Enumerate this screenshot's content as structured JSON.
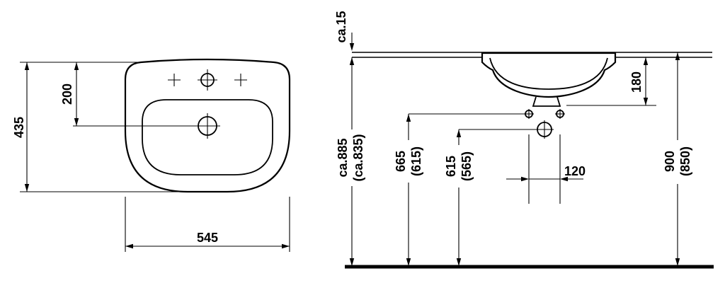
{
  "front_view": {
    "width": "545",
    "depth": "435",
    "bowl_center_offset": "200"
  },
  "side_view": {
    "rim_overhang": "ca.15",
    "bowl_depth": "180",
    "fixing_spacing": "120",
    "rim_height": "900",
    "rim_height_alt": "(850)",
    "height_to_rim": "ca.885",
    "height_to_rim_alt": "(ca.835)",
    "supply_height": "665",
    "supply_height_alt": "(615)",
    "outlet_height": "615",
    "outlet_height_alt": "(565)"
  }
}
